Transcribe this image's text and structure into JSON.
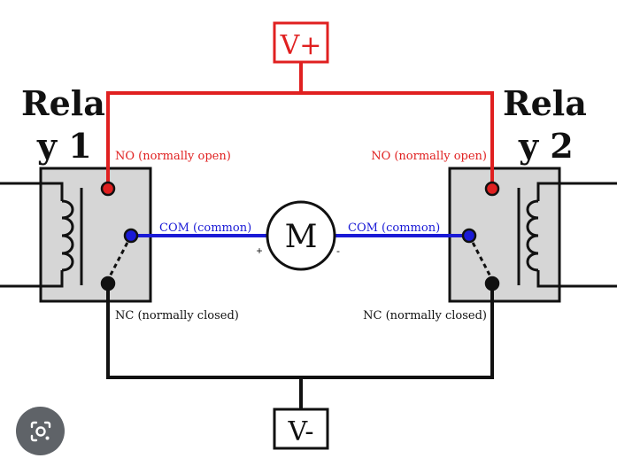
{
  "diagram": {
    "supply_positive": "V+",
    "supply_negative": "V-",
    "motor": {
      "label": "M",
      "plus": "+",
      "minus": "-"
    },
    "relay1": {
      "title_line1": "Rela",
      "title_line2": "y 1",
      "no_label": "NO (normally open)",
      "com_label": "COM (common)",
      "nc_label": "NC (normally closed)"
    },
    "relay2": {
      "title_line1": "Rela",
      "title_line2": "y 2",
      "no_label": "NO (normally open)",
      "com_label": "COM (common)",
      "nc_label": "NC (normally closed)"
    },
    "colors": {
      "positive_wire": "#e02020",
      "common_wire": "#1a1ad6",
      "negative_wire": "#111111",
      "relay_body": "#d6d6d6",
      "lens_button": "#5f6368"
    }
  },
  "overlay": {
    "lens_icon": "camera-search-icon"
  }
}
